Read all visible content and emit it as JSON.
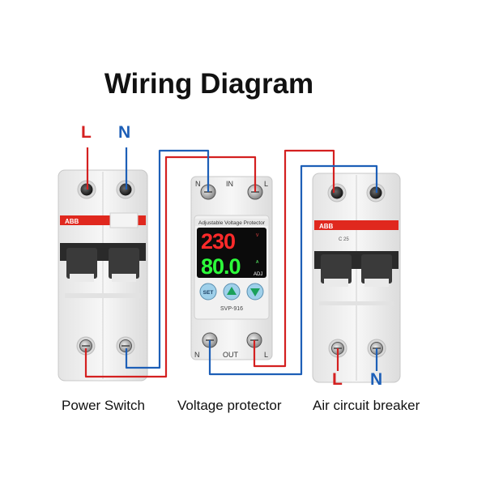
{
  "title": "Wiring Diagram",
  "captions": {
    "power_switch": "Power Switch",
    "voltage_protector": "Voltage protector",
    "air_circuit_breaker": "Air circuit breaker"
  },
  "power_switch": {
    "top_L": "L",
    "top_N": "N",
    "brand": "ABB"
  },
  "air_breaker": {
    "bottom_L": "L",
    "bottom_N": "N",
    "brand": "ABB",
    "rating": "C 25"
  },
  "protector": {
    "top_N": "N",
    "top_IN": "IN",
    "top_L": "L",
    "bottom_N": "N",
    "bottom_OUT": "OUT",
    "bottom_L": "L",
    "header": "Adjustable Voltage Protector",
    "display_top": "230",
    "display_bottom": "80.0",
    "indicator_v": "V",
    "indicator_a": "A",
    "indicator_adj": "ADJ",
    "set_label": "SET",
    "model": "SVP-916"
  },
  "colors": {
    "live_wire": "#d42020",
    "neutral_wire": "#1d5fb7",
    "display_red": "#ff2a2a",
    "display_green": "#2cff3a",
    "brand_red": "#e0281e"
  }
}
